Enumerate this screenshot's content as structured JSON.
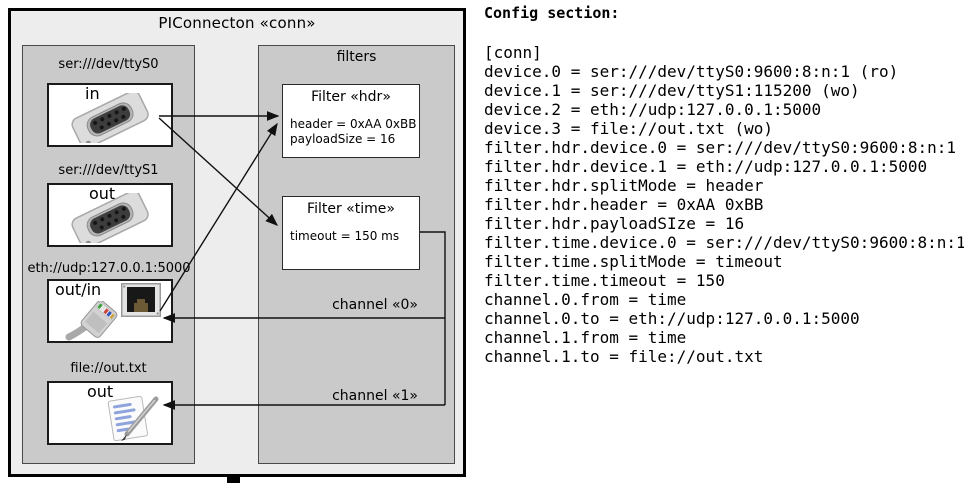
{
  "diagram": {
    "title": "PIConnecton «conn»",
    "devices_group": {
      "items": [
        {
          "url": "ser:///dev/ttyS0",
          "mode": "in",
          "icon": "db9-serial-connector-icon"
        },
        {
          "url": "ser:///dev/ttyS1",
          "mode": "out",
          "icon": "db9-serial-connector-icon"
        },
        {
          "url": "eth://udp:127.0.0.1:5000",
          "mode": "out/in",
          "icon": "rj45-ethernet-icon"
        },
        {
          "url": "file://out.txt",
          "mode": "out",
          "icon": "notepad-file-icon"
        }
      ]
    },
    "filters_group": {
      "label": "filters",
      "filters": [
        {
          "title": "Filter «hdr»",
          "properties": [
            "header = 0xAA 0xBB",
            "payloadSize = 16"
          ]
        },
        {
          "title": "Filter «time»",
          "properties": [
            "timeout = 150 ms"
          ]
        }
      ]
    },
    "channels": [
      {
        "label": "channel «0»"
      },
      {
        "label": "channel «1»"
      }
    ],
    "colors": {
      "outer_fill": "#ededed",
      "group_fill": "#cacaca",
      "box_fill": "#ffffff",
      "line": "#111111"
    }
  },
  "config_panel": {
    "heading": "Config section:",
    "lines": [
      "[conn]",
      "device.0 = ser:///dev/ttyS0:9600:8:n:1 (ro)",
      "device.1 = ser:///dev/ttyS1:115200 (wo)",
      "device.2 = eth://udp:127.0.0.1:5000",
      "device.3 = file://out.txt (wo)",
      "filter.hdr.device.0 = ser:///dev/ttyS0:9600:8:n:1",
      "filter.hdr.device.1 = eth://udp:127.0.0.1:5000",
      "filter.hdr.splitMode = header",
      "filter.hdr.header = 0xAA 0xBB",
      "filter.hdr.payloadSIze = 16",
      "filter.time.device.0 = ser:///dev/ttyS0:9600:8:n:1",
      "filter.time.splitMode = timeout",
      "filter.time.timeout = 150",
      "channel.0.from = time",
      "channel.0.to = eth://udp:127.0.0.1:5000",
      "channel.1.from = time",
      "channel.1.to = file://out.txt"
    ]
  }
}
